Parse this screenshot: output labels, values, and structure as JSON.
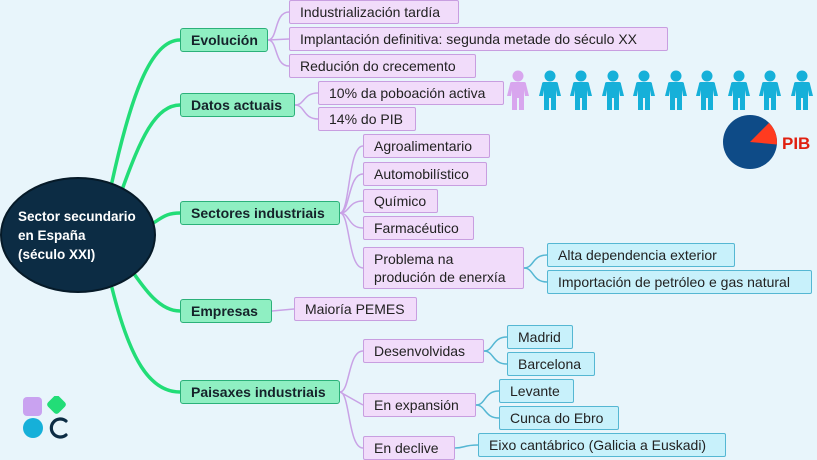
{
  "root": {
    "line1": "Sector secundario",
    "line2": "en España",
    "line3": "(século XXI)"
  },
  "evolucion": {
    "label": "Evolución",
    "items": [
      "Industrialización tardía",
      "Implantación definitiva: segunda metade do século XX",
      "Redución do crecemento"
    ]
  },
  "datos": {
    "label": "Datos actuais",
    "items": [
      "10% da poboación activa",
      "14% do PIB"
    ]
  },
  "sectores": {
    "label": "Sectores industriais",
    "items": [
      "Agroalimentario",
      "Automobilístico",
      "Químico",
      "Farmacéutico"
    ],
    "problema": {
      "line1": "Problema na",
      "line2": "produción de enerxía",
      "items": [
        "Alta dependencia exterior",
        "Importación de petróleo e gas natural"
      ]
    }
  },
  "empresas": {
    "label": "Empresas",
    "items": [
      "Maioría PEMES"
    ]
  },
  "paisaxes": {
    "label": "Paisaxes industriais",
    "desenvolvidas": {
      "label": "Desenvolvidas",
      "items": [
        "Madrid",
        "Barcelona"
      ]
    },
    "expansion": {
      "label": "En expansión",
      "items": [
        "Levante",
        "Cunca do Ebro"
      ]
    },
    "declive": {
      "label": "En declive",
      "items": [
        "Eixo cantábrico (Galicia a Euskadi)"
      ]
    }
  },
  "pie": {
    "label": "PIB",
    "share_percent": 14
  },
  "people": {
    "total": 10,
    "highlighted": 1
  },
  "colors": {
    "background": "#e8f5fb",
    "branch_line": "#22dd77",
    "sub_line": "#c9a2e6",
    "sub2_line": "#55b7d3",
    "person": "#16b0d9",
    "person_highlight": "#d8a6ee",
    "pie_main": "#0e4b87",
    "pie_slice": "#ff3b1f"
  },
  "icons": [
    "person-icon",
    "pie-chart-icon",
    "logo-icon"
  ]
}
